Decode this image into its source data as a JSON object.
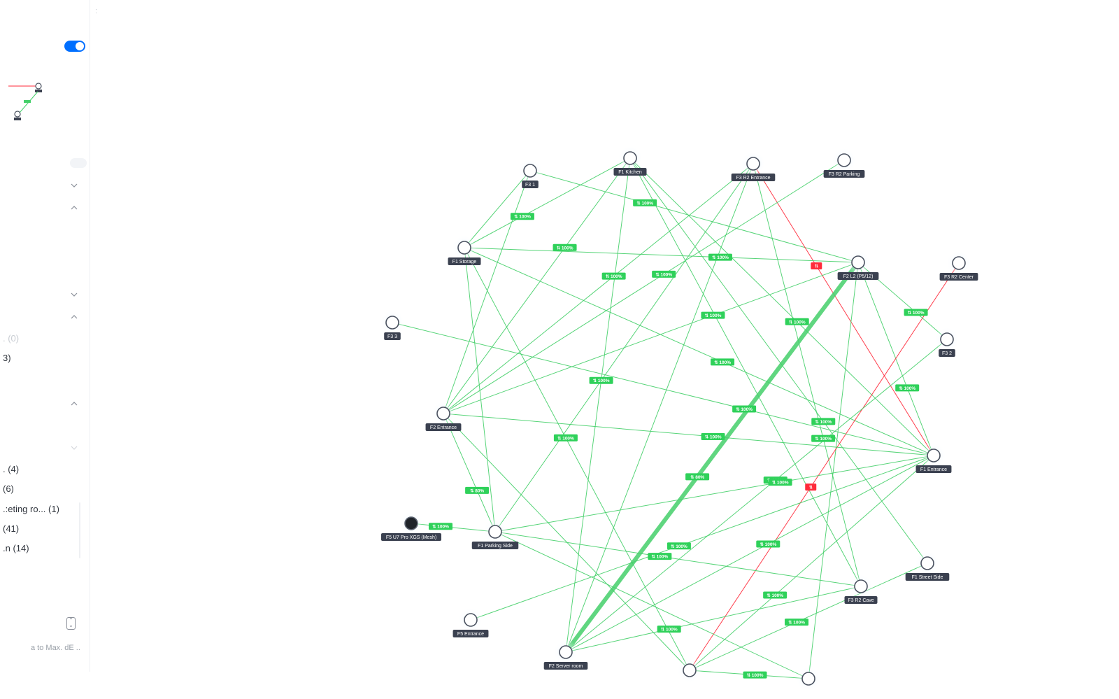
{
  "panel": {
    "top_glyph": ":",
    "list_items": [
      {
        "label": ". (0)",
        "dim": true
      },
      {
        "label": "3)",
        "dim": false
      },
      {
        "label": ". (4)",
        "dim": false
      },
      {
        "label": "(6)",
        "dim": false
      },
      {
        "label": ".:eting ro... (1)",
        "dim": false
      },
      {
        "label": "(41)",
        "dim": false
      },
      {
        "label": ".n (14)",
        "dim": false
      }
    ],
    "footer_text": "a to Max. dE ..",
    "colors": {
      "accent": "#006fff",
      "link_good": "#45d06a",
      "link_bad": "#ff2a3a"
    }
  },
  "devices": [
    {
      "id": "f3-1",
      "label": "F3 1"
    },
    {
      "id": "f1-kitchen",
      "label": "F1 Kitchen"
    },
    {
      "id": "f3-r2-entrance",
      "label": "F3 R2 Entrance"
    },
    {
      "id": "f3-r2-parking",
      "label": "F3 R2 Parking"
    },
    {
      "id": "f1-storage",
      "label": "F1 Storage"
    },
    {
      "id": "f2-l2",
      "label": "F2 L2 (P5/12)"
    },
    {
      "id": "f3-r2-center",
      "label": "F3 R2 Center"
    },
    {
      "id": "f3-3",
      "label": "F3 3"
    },
    {
      "id": "f3-2",
      "label": "F3 2"
    },
    {
      "id": "f2-entrance",
      "label": "F2 Entrance"
    },
    {
      "id": "f1-entrance",
      "label": "F1 Entrance"
    },
    {
      "id": "f5-u7",
      "label": "F5 U7 Pro XGS (Mesh)",
      "online_device": true
    },
    {
      "id": "f1-parking-side",
      "label": "F1 Parking Side"
    },
    {
      "id": "f1-street-side",
      "label": "F1 Street Side"
    },
    {
      "id": "f3-r2-cave",
      "label": "F3 R2 Cave"
    },
    {
      "id": "f5-entrance",
      "label": "F5 Entrance"
    },
    {
      "id": "f2-server-room",
      "label": "F2 Server room"
    },
    {
      "id": "bottom-center",
      "label": ""
    },
    {
      "id": "bottom-right",
      "label": ""
    }
  ],
  "links": [
    {
      "from": "f3-1",
      "to": "f2-l2",
      "label": "100%",
      "status": "good"
    },
    {
      "from": "f3-1",
      "to": "f2-entrance",
      "label": "",
      "status": "good"
    },
    {
      "from": "f3-1",
      "to": "f1-storage",
      "label": "",
      "status": "good"
    },
    {
      "from": "f1-kitchen",
      "to": "f1-storage",
      "label": "100%",
      "status": "good"
    },
    {
      "from": "f1-kitchen",
      "to": "f2-entrance",
      "label": "100%",
      "status": "good"
    },
    {
      "from": "f1-kitchen",
      "to": "f2-server-room",
      "label": "100%",
      "status": "good"
    },
    {
      "from": "f1-kitchen",
      "to": "f1-entrance",
      "label": "100%",
      "status": "good"
    },
    {
      "from": "f1-kitchen",
      "to": "f1-street-side",
      "label": "100%",
      "status": "good"
    },
    {
      "from": "f1-kitchen",
      "to": "f3-r2-cave",
      "label": "",
      "status": "good"
    },
    {
      "from": "f3-r2-entrance",
      "to": "f2-entrance",
      "label": "100%",
      "status": "good"
    },
    {
      "from": "f3-r2-entrance",
      "to": "f1-parking-side",
      "label": "",
      "status": "good"
    },
    {
      "from": "f3-r2-entrance",
      "to": "f3-r2-cave",
      "label": "100%",
      "status": "good"
    },
    {
      "from": "f3-r2-entrance",
      "to": "f1-entrance",
      "label": "",
      "status": "bad"
    },
    {
      "from": "f3-r2-parking",
      "to": "f2-entrance",
      "label": "100%",
      "status": "good"
    },
    {
      "from": "f1-storage",
      "to": "f1-entrance",
      "label": "100%",
      "status": "good"
    },
    {
      "from": "f1-storage",
      "to": "f2-l2",
      "label": "100%",
      "status": "good"
    },
    {
      "from": "f1-storage",
      "to": "f1-parking-side",
      "label": "",
      "status": "good"
    },
    {
      "from": "f1-storage",
      "to": "bottom-center",
      "label": "100%",
      "status": "good"
    },
    {
      "from": "f2-l2",
      "to": "f2-server-room",
      "label": "80%",
      "status": "good",
      "thick": true
    },
    {
      "from": "f2-l2",
      "to": "f1-entrance",
      "label": "100%",
      "status": "good"
    },
    {
      "from": "f2-l2",
      "to": "f2-entrance",
      "label": "100%",
      "status": "good"
    },
    {
      "from": "f2-l2",
      "to": "bottom-right",
      "label": "",
      "status": "good"
    },
    {
      "from": "f3-r2-center",
      "to": "bottom-center",
      "label": "",
      "status": "bad"
    },
    {
      "from": "f3-3",
      "to": "f1-entrance",
      "label": "100%",
      "status": "good"
    },
    {
      "from": "f3-2",
      "to": "f2-l2",
      "label": "100%",
      "status": "good"
    },
    {
      "from": "f3-2",
      "to": "f2-server-room",
      "label": "100%",
      "status": "good"
    },
    {
      "from": "f2-entrance",
      "to": "f1-entrance",
      "label": "100%",
      "status": "good"
    },
    {
      "from": "f2-entrance",
      "to": "bottom-center",
      "label": "",
      "status": "good"
    },
    {
      "from": "f1-entrance",
      "to": "f1-parking-side",
      "label": "100%",
      "status": "good"
    },
    {
      "from": "f1-entrance",
      "to": "f2-server-room",
      "label": "100%",
      "status": "good"
    },
    {
      "from": "f1-entrance",
      "to": "f5-entrance",
      "label": "100%",
      "status": "good"
    },
    {
      "from": "f1-entrance",
      "to": "bottom-center",
      "label": "100%",
      "status": "good"
    },
    {
      "from": "f5-u7",
      "to": "f1-parking-side",
      "label": "100%",
      "status": "good"
    },
    {
      "from": "f1-parking-side",
      "to": "f3-r2-cave",
      "label": "100%",
      "status": "good"
    },
    {
      "from": "f1-parking-side",
      "to": "bottom-right",
      "label": "",
      "status": "good"
    },
    {
      "from": "f3-r2-cave",
      "to": "f2-server-room",
      "label": "100%",
      "status": "good"
    },
    {
      "from": "f2-server-room",
      "to": "f3-r2-entrance",
      "label": "",
      "status": "good"
    },
    {
      "from": "bottom-center",
      "to": "f1-street-side",
      "label": "100%",
      "status": "good"
    },
    {
      "from": "bottom-center",
      "to": "bottom-right",
      "label": "100%",
      "status": "good"
    },
    {
      "from": "f2-entrance",
      "to": "f1-parking-side",
      "label": "80%",
      "status": "good"
    }
  ]
}
